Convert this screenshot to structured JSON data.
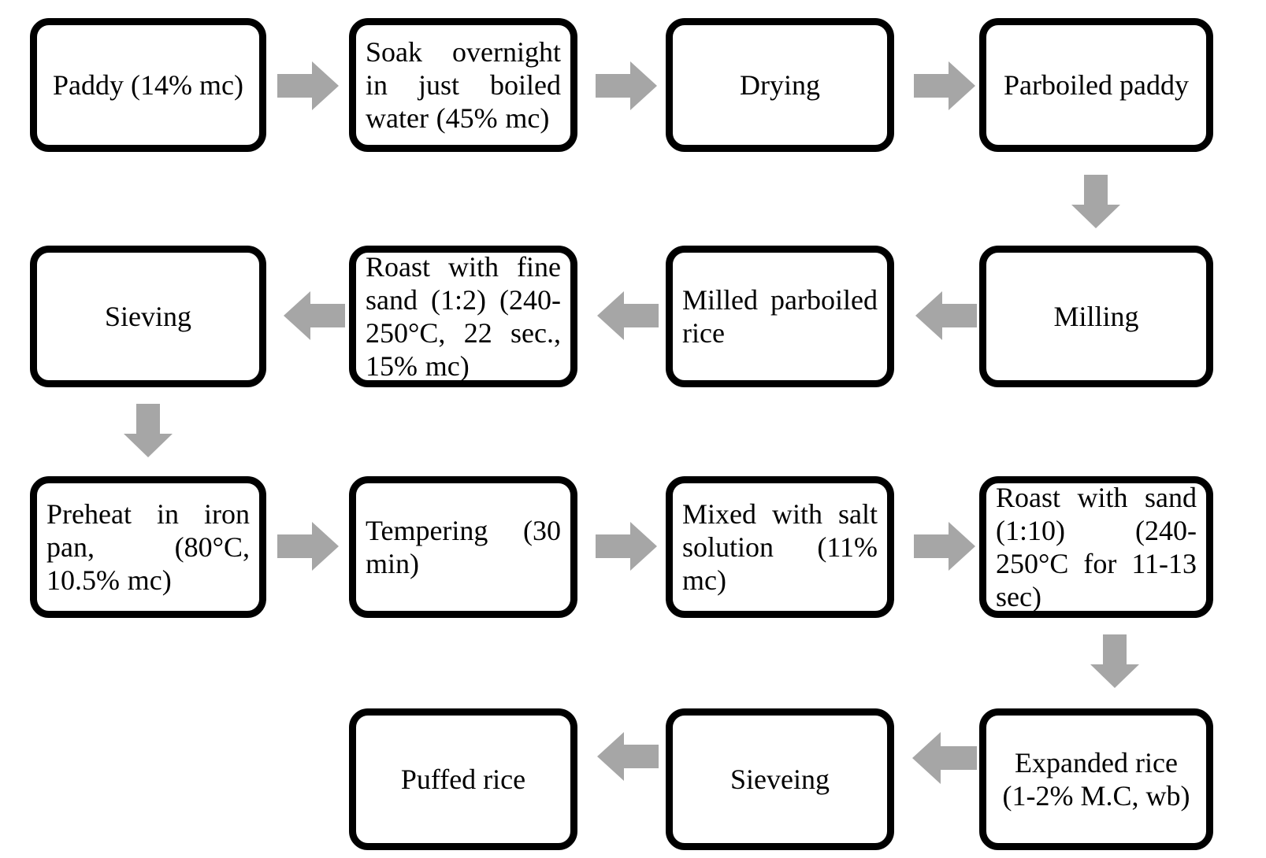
{
  "diagram": {
    "title": "Puffed rice processing flowchart",
    "colors": {
      "box_fill": "#ffffff",
      "box_border": "#000000",
      "arrow_fill": "#a6a6a6",
      "text": "#000000",
      "background": "#ffffff"
    },
    "nodes": [
      {
        "id": "paddy",
        "label": "Paddy (14% mc)"
      },
      {
        "id": "soak",
        "label": "Soak overnight in just boiled water (45% mc)"
      },
      {
        "id": "drying",
        "label": "Drying"
      },
      {
        "id": "parboiled-paddy",
        "label": "Parboiled paddy"
      },
      {
        "id": "milling",
        "label": "Milling"
      },
      {
        "id": "milled-parboiled-rice",
        "label": "Milled parboiled rice"
      },
      {
        "id": "roast-fine-sand",
        "label": "Roast with fine sand (1:2) (240-250°C, 22 sec., 15% mc)"
      },
      {
        "id": "sieving",
        "label": "Sieving"
      },
      {
        "id": "preheat",
        "label": "Preheat in iron pan, (80°C, 10.5% mc)"
      },
      {
        "id": "tempering",
        "label": "Tempering (30 min)"
      },
      {
        "id": "mixed-salt",
        "label": "Mixed with salt solution (11% mc)"
      },
      {
        "id": "roast-sand",
        "label": "Roast with sand (1:10) (240-250°C for 11-13 sec)"
      },
      {
        "id": "expanded-rice",
        "label": "Expanded rice (1-2% M.C, wb)"
      },
      {
        "id": "sieveing",
        "label": "Sieveing"
      },
      {
        "id": "puffed-rice",
        "label": "Puffed rice"
      }
    ],
    "arrows": [
      {
        "id": "paddy-to-soak",
        "direction": "right"
      },
      {
        "id": "soak-to-drying",
        "direction": "right"
      },
      {
        "id": "drying-to-parboiled-paddy",
        "direction": "right"
      },
      {
        "id": "parboiled-paddy-to-milling",
        "direction": "down"
      },
      {
        "id": "milling-to-milled-parboiled-rice",
        "direction": "left"
      },
      {
        "id": "milled-parboiled-rice-to-roast-fine-sand",
        "direction": "left"
      },
      {
        "id": "roast-fine-sand-to-sieving",
        "direction": "left"
      },
      {
        "id": "sieving-to-preheat",
        "direction": "down"
      },
      {
        "id": "preheat-to-tempering",
        "direction": "right"
      },
      {
        "id": "tempering-to-mixed-salt",
        "direction": "right"
      },
      {
        "id": "mixed-salt-to-roast-sand",
        "direction": "right"
      },
      {
        "id": "roast-sand-to-expanded-rice",
        "direction": "down"
      },
      {
        "id": "expanded-rice-to-sieveing",
        "direction": "left"
      },
      {
        "id": "sieveing-to-puffed-rice",
        "direction": "left"
      }
    ]
  }
}
